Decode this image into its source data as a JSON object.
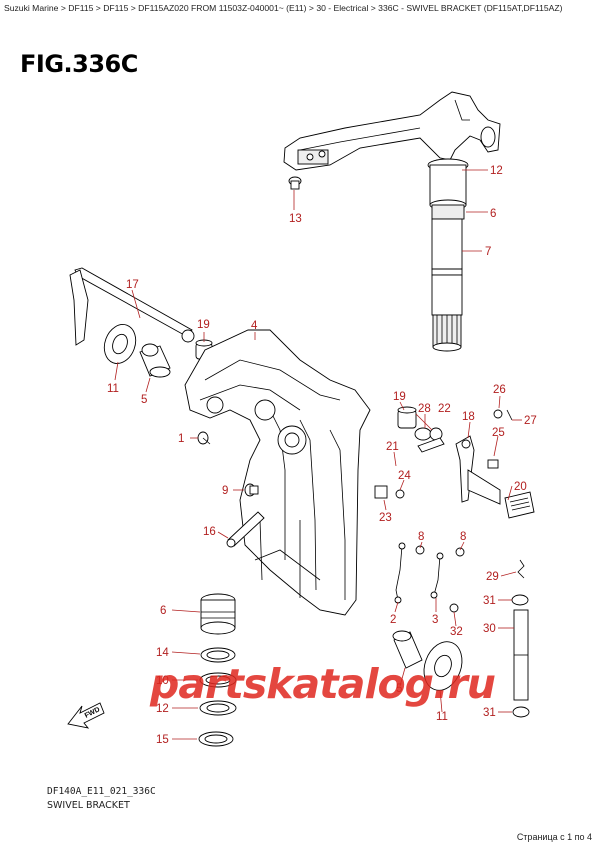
{
  "breadcrumb": "Suzuki Marine > DF115 > DF115 > DF115AZ020 FROM 11503Z-040001~ (E11) > 30 - Electrical > 336C - SWIVEL BRACKET (DF115AT,DF115AZ)",
  "figure_title": "FIG.336C",
  "callouts": [
    "12",
    "13",
    "6",
    "7",
    "17",
    "4",
    "19",
    "11",
    "5",
    "1",
    "19",
    "28",
    "22",
    "26",
    "27",
    "18",
    "25",
    "21",
    "24",
    "9",
    "16",
    "23",
    "8",
    "8",
    "20",
    "29",
    "6",
    "2",
    "3",
    "31",
    "32",
    "14",
    "30",
    "10",
    "5",
    "12",
    "11",
    "31",
    "15"
  ],
  "fwd_label": "FWD",
  "watermark": "partskatalog.ru",
  "footer": {
    "code": "DF140A_E11_021_336C",
    "name": "SWIVEL BRACKET"
  },
  "page_counter": "Страница с 1 по 4"
}
